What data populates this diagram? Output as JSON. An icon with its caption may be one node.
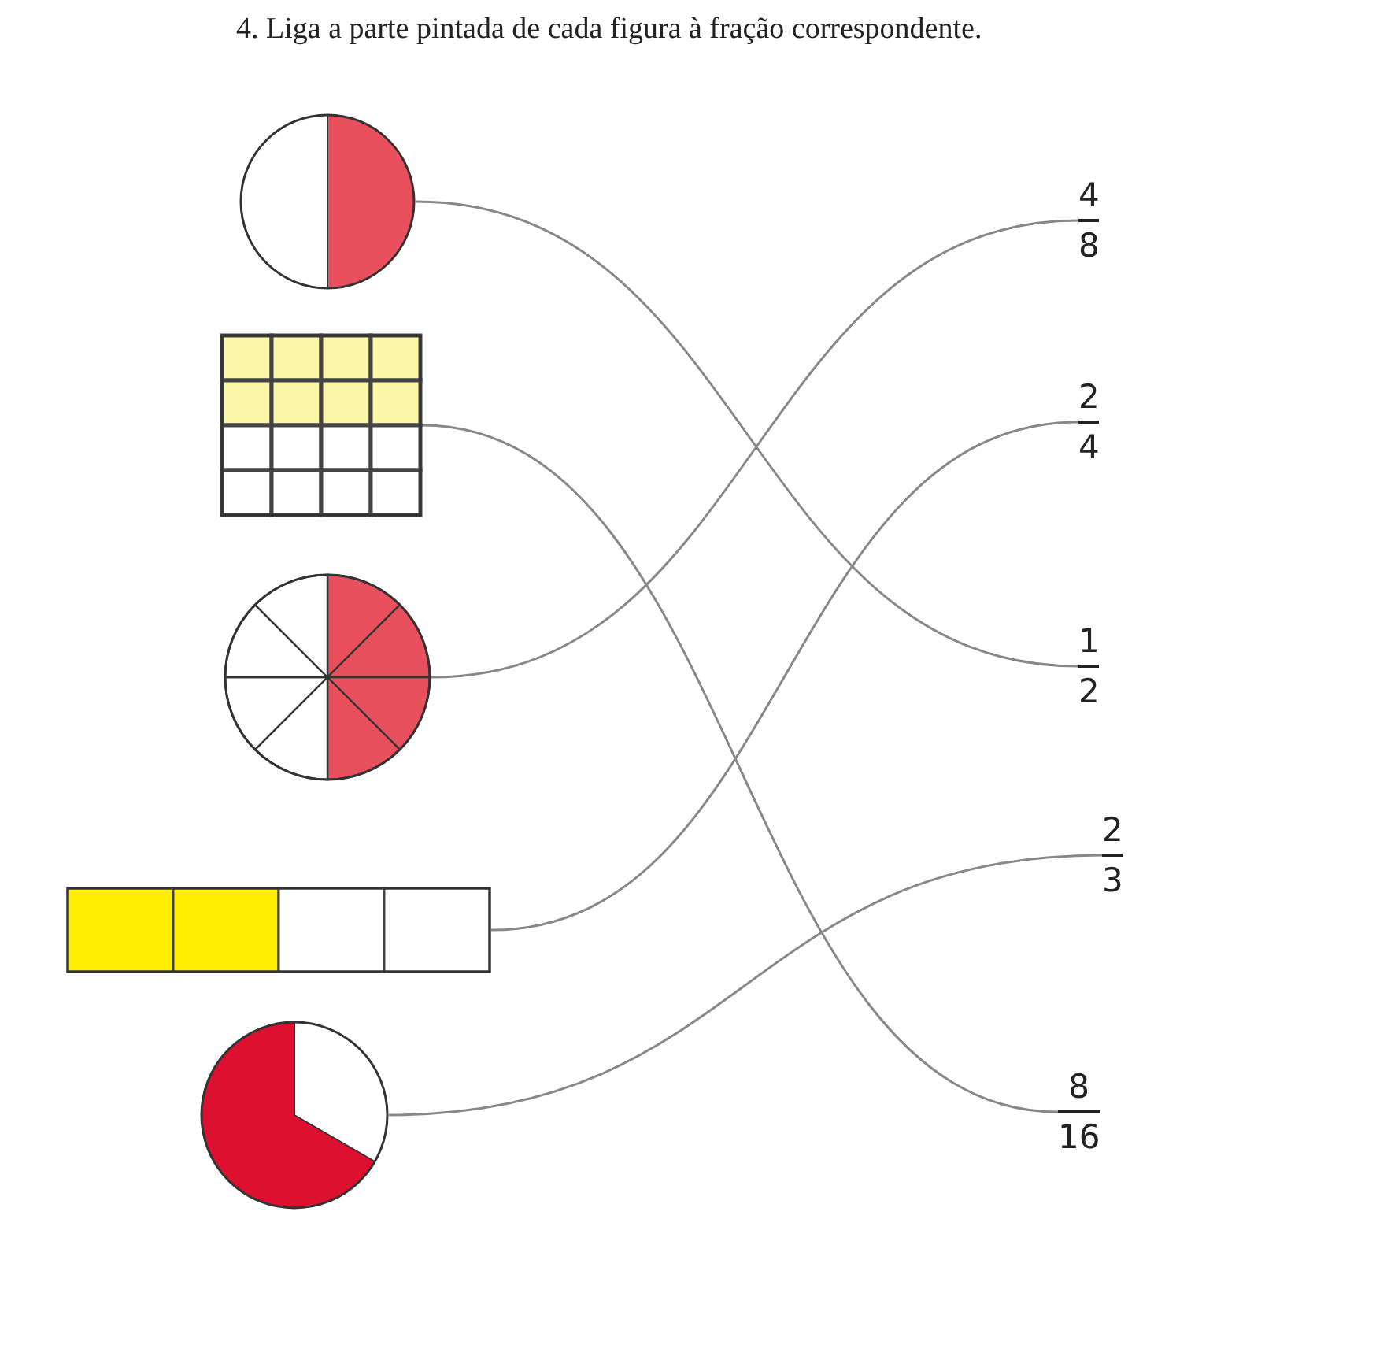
{
  "diagram": {
    "title": "4. Liga a parte pintada de cada figura à fração correspondente.",
    "nodes": [
      {
        "text": [],
        "shape": "circle"
      },
      {
        "text": [],
        "shape": "box"
      },
      {
        "text": [],
        "shape": "circle"
      },
      {
        "text": [],
        "shape": "bar"
      },
      {
        "text": [],
        "shape": "circle"
      },
      {
        "text": [
          "4",
          "8"
        ]
      },
      {
        "text": [
          "2",
          "4"
        ]
      },
      {
        "text": [
          "1",
          "2"
        ]
      },
      {
        "text": [
          "2",
          "3"
        ]
      },
      {
        "text": [
          "8",
          "16"
        ]
      }
    ],
    "edges": [
      {
        "from": 0,
        "to": 7,
        "arrow": "none"
      },
      {
        "from": 1,
        "to": 9,
        "arrow": "none"
      },
      {
        "from": 2,
        "to": 5,
        "arrow": "none"
      },
      {
        "from": 3,
        "to": 6,
        "arrow": "none"
      },
      {
        "from": 4,
        "to": 8,
        "arrow": "none"
      }
    ]
  }
}
